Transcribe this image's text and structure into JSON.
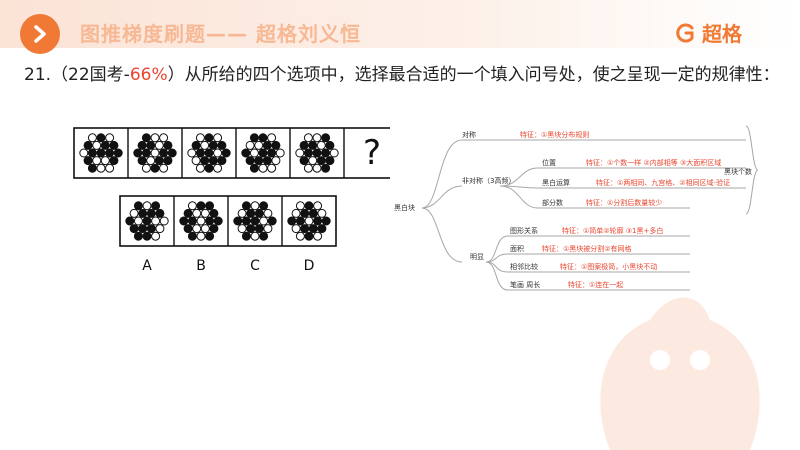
{
  "header": {
    "title": "图推梯度刷题—— 超格刘义恒",
    "logo_text": "超格",
    "badge_icon": "arrow-right-icon",
    "logo_icon": "g-logo-icon"
  },
  "question": {
    "number": "21.",
    "source_open": "（22国考-",
    "accuracy": "66%",
    "source_close": "）",
    "text": "从所给的四个选项中，选择最合适的一个填入问号处，使之呈现一定的规律性："
  },
  "puzzle": {
    "question_mark": "?",
    "option_labels": [
      "A",
      "B",
      "C",
      "D"
    ],
    "row1_patterns": [
      [
        0,
        1,
        0,
        1,
        0,
        1,
        1,
        0,
        1,
        1,
        1,
        1,
        1,
        0,
        0,
        1,
        1,
        0,
        0
      ],
      [
        1,
        0,
        0,
        1,
        1,
        0,
        1,
        1,
        1,
        0,
        1,
        1,
        1,
        0,
        1,
        1,
        0,
        1,
        0
      ],
      [
        0,
        1,
        0,
        1,
        0,
        1,
        1,
        0,
        1,
        1,
        0,
        1,
        0,
        1,
        1,
        1,
        0,
        1,
        0
      ],
      [
        1,
        1,
        0,
        0,
        0,
        1,
        1,
        1,
        0,
        1,
        1,
        0,
        1,
        1,
        1,
        0,
        1,
        0,
        0
      ],
      [
        0,
        0,
        1,
        1,
        1,
        0,
        1,
        0,
        1,
        1,
        1,
        0,
        1,
        0,
        1,
        1,
        0,
        0,
        1
      ]
    ],
    "option_patterns": [
      [
        1,
        0,
        1,
        0,
        1,
        1,
        1,
        1,
        0,
        1,
        0,
        0,
        1,
        1,
        1,
        0,
        1,
        1,
        0
      ],
      [
        0,
        1,
        1,
        1,
        0,
        0,
        1,
        1,
        1,
        0,
        1,
        1,
        1,
        0,
        0,
        1,
        1,
        0,
        1
      ],
      [
        1,
        0,
        1,
        0,
        1,
        1,
        0,
        1,
        1,
        1,
        0,
        1,
        0,
        1,
        1,
        0,
        1,
        0,
        1
      ],
      [
        0,
        1,
        0,
        0,
        1,
        1,
        0,
        1,
        1,
        0,
        1,
        1,
        0,
        1,
        1,
        1,
        0,
        1,
        0
      ]
    ]
  },
  "mindmap": {
    "root": "黑白块",
    "right_label": "黑块个数",
    "branches": [
      {
        "label": "对称",
        "feature": "特征：①黑块分布规则",
        "color": "#333333"
      },
      {
        "label": "非对称（3高频）",
        "feature": "",
        "children": [
          {
            "label": "位置",
            "feature": "特征：①个数一样 ②内部相等 ③大面积区域"
          },
          {
            "label": "黑白运算",
            "feature": "特征：①两相同、九宫格、②相同区域-验证"
          },
          {
            "label": "部分数",
            "feature": "特征：①分割后数量较少"
          }
        ]
      },
      {
        "label": "明显",
        "feature": "",
        "children": [
          {
            "label": "图形关系",
            "feature": "特征：①简单②轮廓 ③1黑+多白"
          },
          {
            "label": "面积",
            "feature": "特征：①黑块被分割②有网格"
          },
          {
            "label": "相邻比较",
            "feature": "特征：①图案极简，小黑块不动"
          },
          {
            "label": "笔画 周长",
            "feature": "特征：①连在一起"
          }
        ]
      }
    ]
  },
  "colors": {
    "accent": "#f07a35",
    "header_text": "#f7b894",
    "highlight_red": "#e8462f",
    "mindmap_line": "#a7a7a7"
  }
}
